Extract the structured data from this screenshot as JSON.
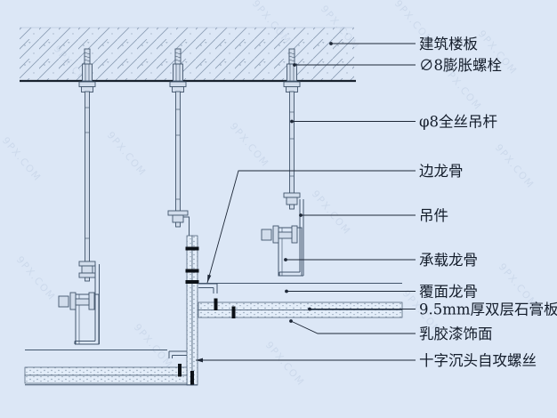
{
  "drawing_title": "suspended-ceiling-construction-detail",
  "colors": {
    "background": "#dce7f6",
    "line": "#42556c",
    "dark_line": "#18222e",
    "hatch": "#8a9cb3",
    "screw_black": "#0c1117",
    "label_text": "#131c2a",
    "metal_fill": "#d2ddec",
    "board_fill": "#e3edf9",
    "watermark": "#8fa3c2"
  },
  "watermark": {
    "text": "9PX.COM"
  },
  "labels": [
    {
      "id": "building-floor-slab",
      "text": "建筑楼板"
    },
    {
      "id": "expansion-bolt",
      "text": "∅8膨胀螺栓"
    },
    {
      "id": "hanger-rod",
      "text": "φ8全丝吊杆"
    },
    {
      "id": "edge-runner",
      "text": "边龙骨"
    },
    {
      "id": "hanger-clip",
      "text": "吊件"
    },
    {
      "id": "load-bearing-runner",
      "text": "承载龙骨"
    },
    {
      "id": "furring-runner",
      "text": "覆面龙骨"
    },
    {
      "id": "gypsum-board",
      "text": "9.5mm厚双层石膏板"
    },
    {
      "id": "latex-paint-finish",
      "text": "乳胶漆饰面"
    },
    {
      "id": "self-tapping-screw",
      "text": "十字沉头自攻螺丝"
    }
  ]
}
